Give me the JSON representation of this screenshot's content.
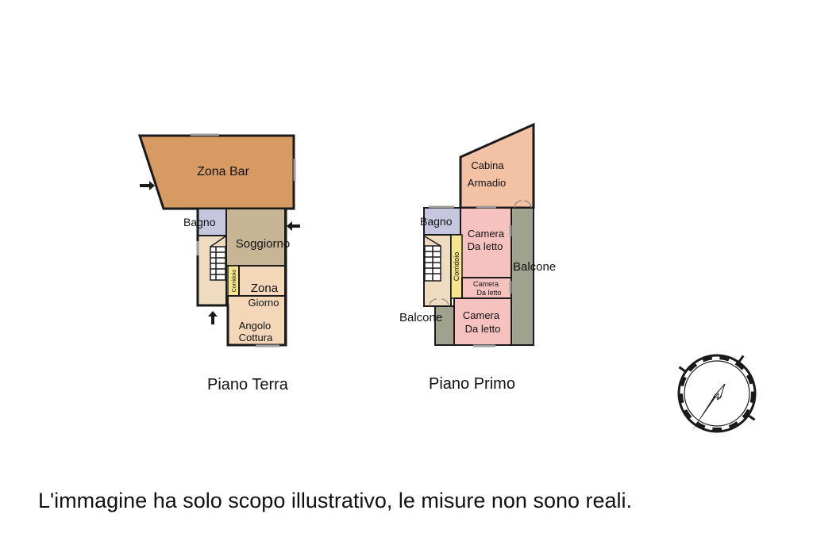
{
  "colors": {
    "zona_bar": "#d79a63",
    "bagno": "#c6c6df",
    "soggiorno": "#c7b596",
    "zona_giorno": "#f3d7b8",
    "stair_area": "#efdcc0",
    "corridoio": "#f5e58e",
    "cabina": "#f3c2a4",
    "camera": "#f6c2c0",
    "balcone": "#9ea28e",
    "wall": "#1a1a1a"
  },
  "ground_floor": {
    "caption": "Piano Terra",
    "rooms": {
      "zona_bar": "Zona Bar",
      "bagno": "Bagno",
      "soggiorno": "Soggiorno",
      "corridoio": "Corridoio",
      "zona_giorno_1": "Zona",
      "zona_giorno_2": "Giorno",
      "angolo_cottura_1": "Angolo",
      "angolo_cottura_2": "Cottura"
    }
  },
  "first_floor": {
    "caption": "Piano Primo",
    "rooms": {
      "cabina_1": "Cabina",
      "cabina_2": "Armadio",
      "bagno": "Bagno",
      "camera_a_1": "Camera",
      "camera_a_2": "Da letto",
      "corridoio": "Corridoio",
      "camera_b_1": "Camera",
      "camera_b_2": "Da letto",
      "camera_c_1": "Camera",
      "camera_c_2": "Da letto",
      "balcone_right": "Balcone",
      "balcone_left": "Balcone"
    }
  },
  "compass": {
    "icon": "compass-rose-icon",
    "north_letter": "N"
  },
  "disclaimer": "L'immagine ha solo scopo illustrativo, le misure non sono reali."
}
